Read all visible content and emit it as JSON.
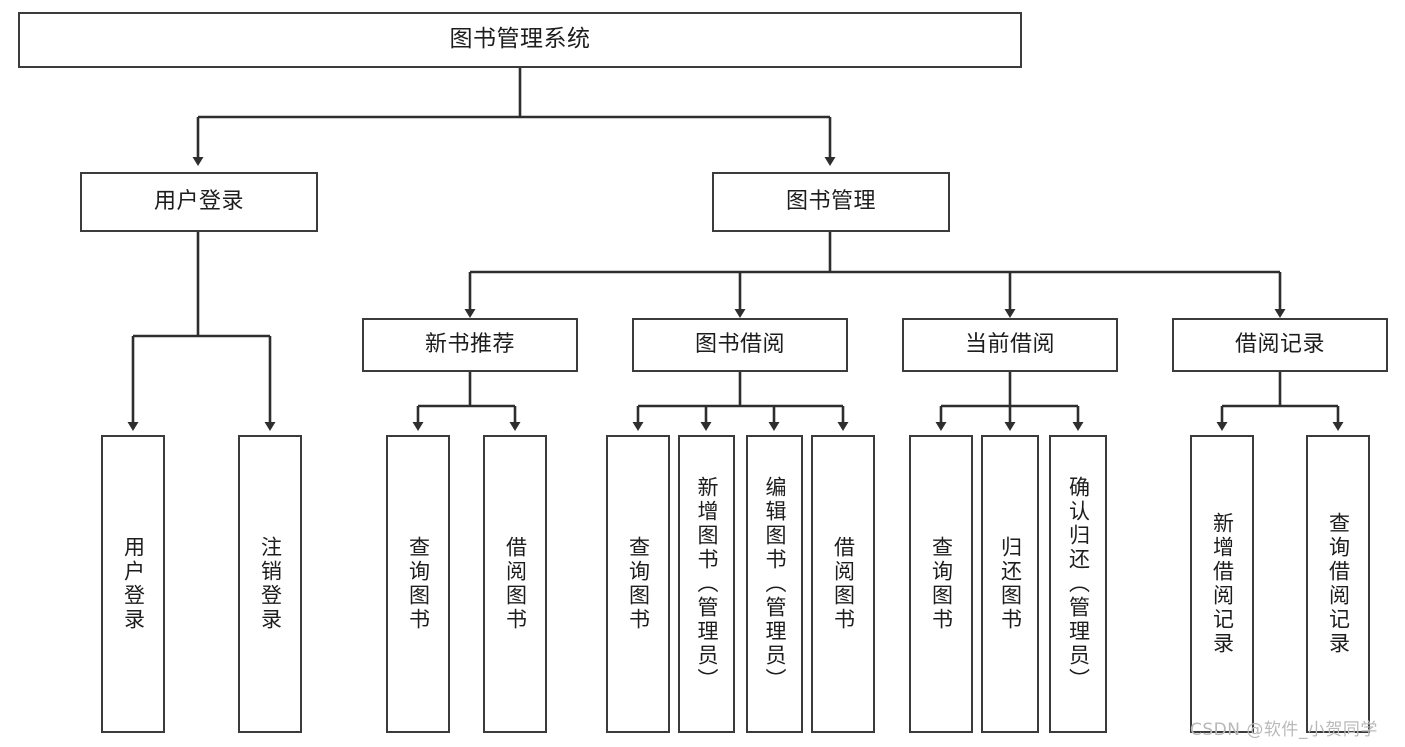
{
  "diagram": {
    "title": "图书管理系统",
    "style": {
      "background": "#ffffff",
      "box_border": "#3b3b3b",
      "box_fill": "#ffffff",
      "edge_color": "#2e2e2e",
      "text_color": "#1d1d1d",
      "watermark_color": "#b9b9b9"
    },
    "root": {
      "label": "图书管理系统"
    },
    "level2": [
      {
        "label": "用户登录"
      },
      {
        "label": "图书管理"
      }
    ],
    "level3": [
      {
        "label": "新书推荐"
      },
      {
        "label": "图书借阅"
      },
      {
        "label": "当前借阅"
      },
      {
        "label": "借阅记录"
      }
    ],
    "leaves": {
      "user_login": [
        {
          "label": "用户登录"
        },
        {
          "label": "注销登录"
        }
      ],
      "new_book_recommend": [
        {
          "label": "查询图书"
        },
        {
          "label": "借阅图书"
        }
      ],
      "book_borrow": [
        {
          "label": "查询图书"
        },
        {
          "label": "新增图书（管理员）"
        },
        {
          "label": "编辑图书（管理员）"
        },
        {
          "label": "借阅图书"
        }
      ],
      "current_borrow": [
        {
          "label": "查询图书"
        },
        {
          "label": "归还图书"
        },
        {
          "label": "确认归还（管理员）"
        }
      ],
      "borrow_record": [
        {
          "label": "新增借阅记录"
        },
        {
          "label": "查询借阅记录"
        }
      ]
    },
    "watermark": "CSDN @软件_小贺同学"
  }
}
